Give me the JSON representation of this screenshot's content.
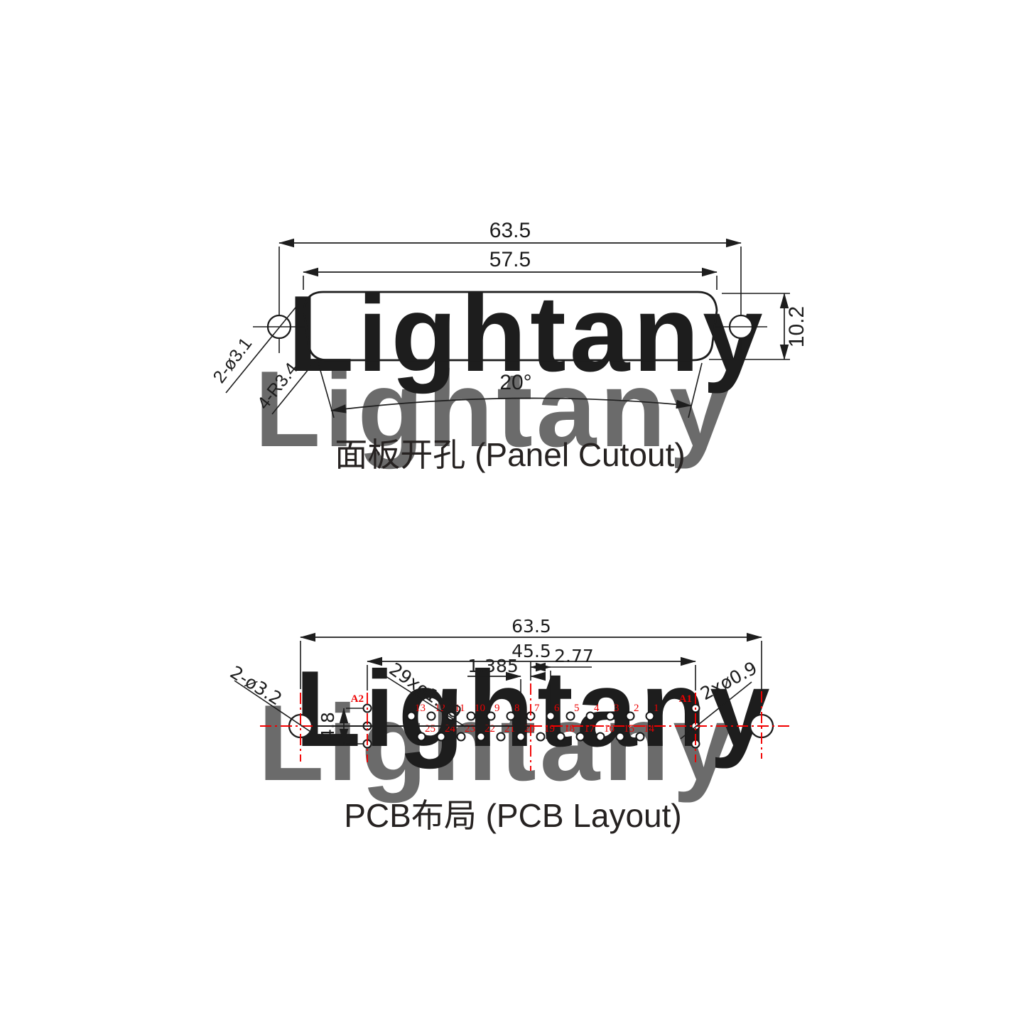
{
  "watermark": {
    "text": "Lightany",
    "color_pink": "#fae4e4",
    "color_cream": "#fdf2de"
  },
  "panel_cutout": {
    "title": "面板开孔 (Panel Cutout)",
    "dims": {
      "overall_width": "63.5",
      "cutout_width": "57.5",
      "cutout_height": "10.2",
      "side_angle": "20°",
      "mount_holes": "2-ø3.1",
      "corner_radius": "4-R3.4"
    }
  },
  "pcb_layout": {
    "title": "PCB布局 (PCB Layout)",
    "dims": {
      "overall_width": "63.5",
      "coax_span": "45.5",
      "pin_pitch": "2.77",
      "row_stagger": "1.385",
      "ground_span": "4.8",
      "signal_holes": "29xø1.09",
      "mount_holes": "2-ø3.2",
      "coax_center_holes": "2xø0.9"
    },
    "coax_labels": {
      "right": "A1",
      "left": "A2"
    },
    "pin_labels_top": [
      "13",
      "12",
      "11",
      "10",
      "9",
      "8",
      "7",
      "6",
      "5",
      "4",
      "3",
      "2",
      "1"
    ],
    "pin_labels_bottom": [
      "25",
      "24",
      "23",
      "22",
      "21",
      "20",
      "19",
      "18",
      "17",
      "16",
      "15",
      "14"
    ],
    "colors": {
      "centerline_red": "#f10000",
      "pin_label_red": "#ec0000"
    }
  }
}
